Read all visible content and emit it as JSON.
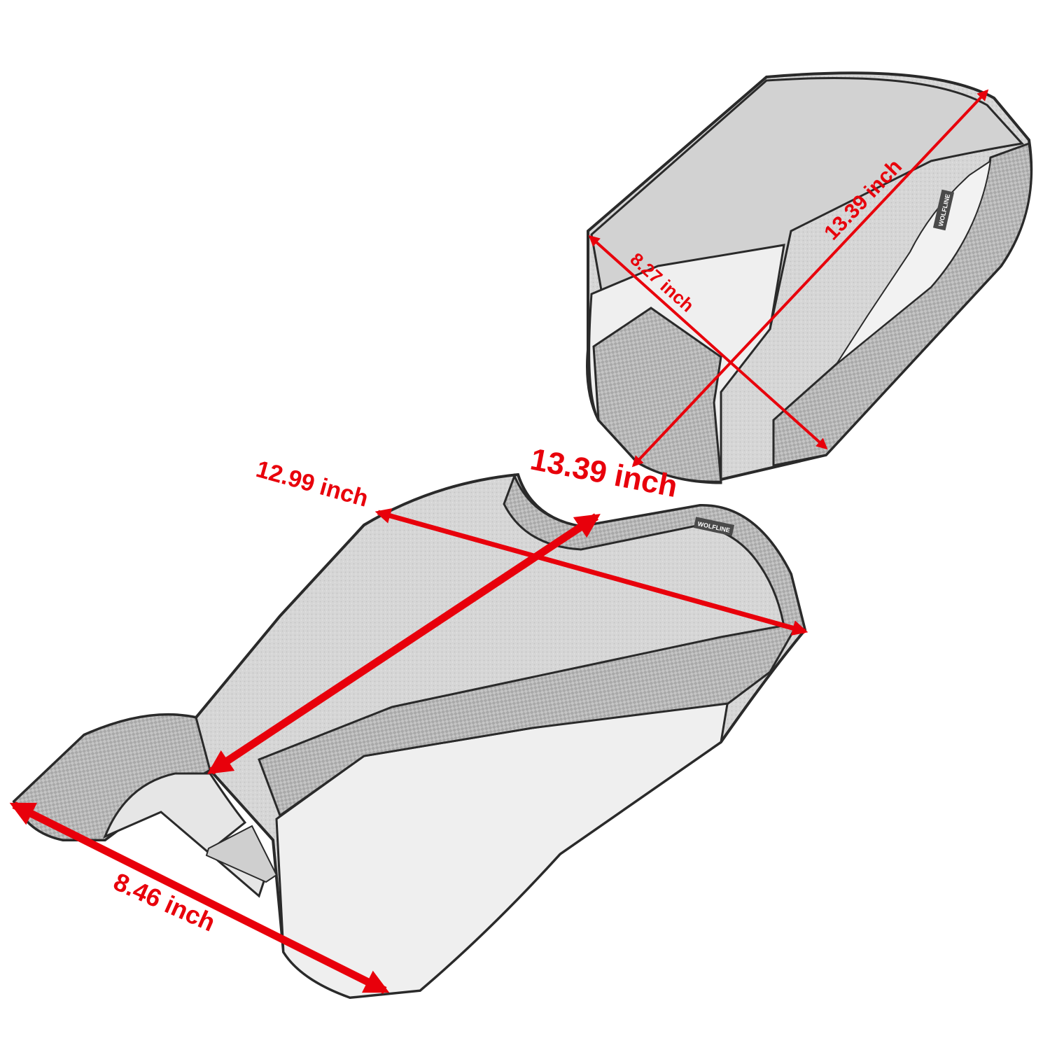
{
  "colors": {
    "dimension_line": "#e8000b",
    "outline": "#2a2a2a",
    "carbon": "#bdbdbd",
    "leather": "#d9d9d9",
    "panel_light": "#f2f2f2",
    "background": "#ffffff"
  },
  "rear_seat": {
    "brand_tag": "WOLFLINE",
    "dimensions": {
      "length": "13.39 inch",
      "width": "8.27 inch"
    }
  },
  "front_seat": {
    "brand_tag": "WOLFLINE",
    "dimensions": {
      "width_top": "12.99 inch",
      "length": "13.39 inch",
      "width_bottom": "8.46 inch"
    }
  }
}
